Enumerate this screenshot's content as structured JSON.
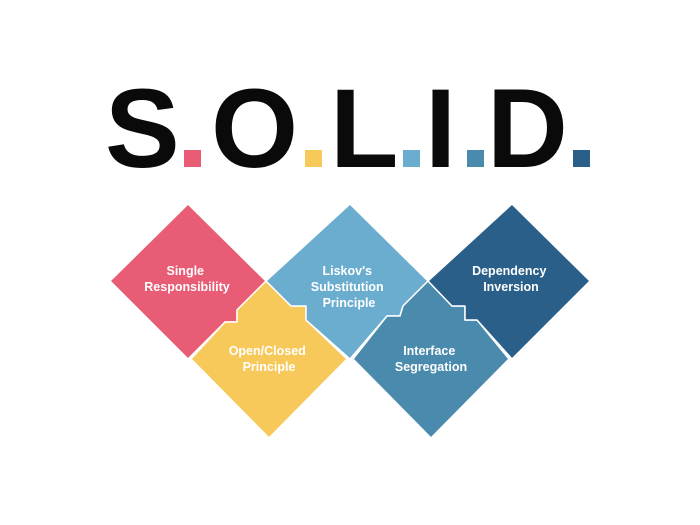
{
  "title": {
    "letters": [
      "S",
      "O",
      "L",
      "I",
      "D"
    ],
    "dot_colors": [
      "#e85d75",
      "#f7c85a",
      "#6aadcf",
      "#4a8aad",
      "#2a5f8a"
    ]
  },
  "principles": [
    {
      "id": "single-responsibility",
      "lines": [
        "Single",
        "Responsibility"
      ],
      "color": "#e85d75"
    },
    {
      "id": "open-closed",
      "lines": [
        "Open/Closed",
        "Principle"
      ],
      "color": "#f7c85a"
    },
    {
      "id": "liskov-substitution",
      "lines": [
        "Liskov's",
        "Substitution",
        "Principle"
      ],
      "color": "#6aadcf"
    },
    {
      "id": "interface-segregation",
      "lines": [
        "Interface",
        "Segregation"
      ],
      "color": "#4a8aad"
    },
    {
      "id": "dependency-inversion",
      "lines": [
        "Dependency",
        "Inversion"
      ],
      "color": "#2a5f8a"
    }
  ]
}
